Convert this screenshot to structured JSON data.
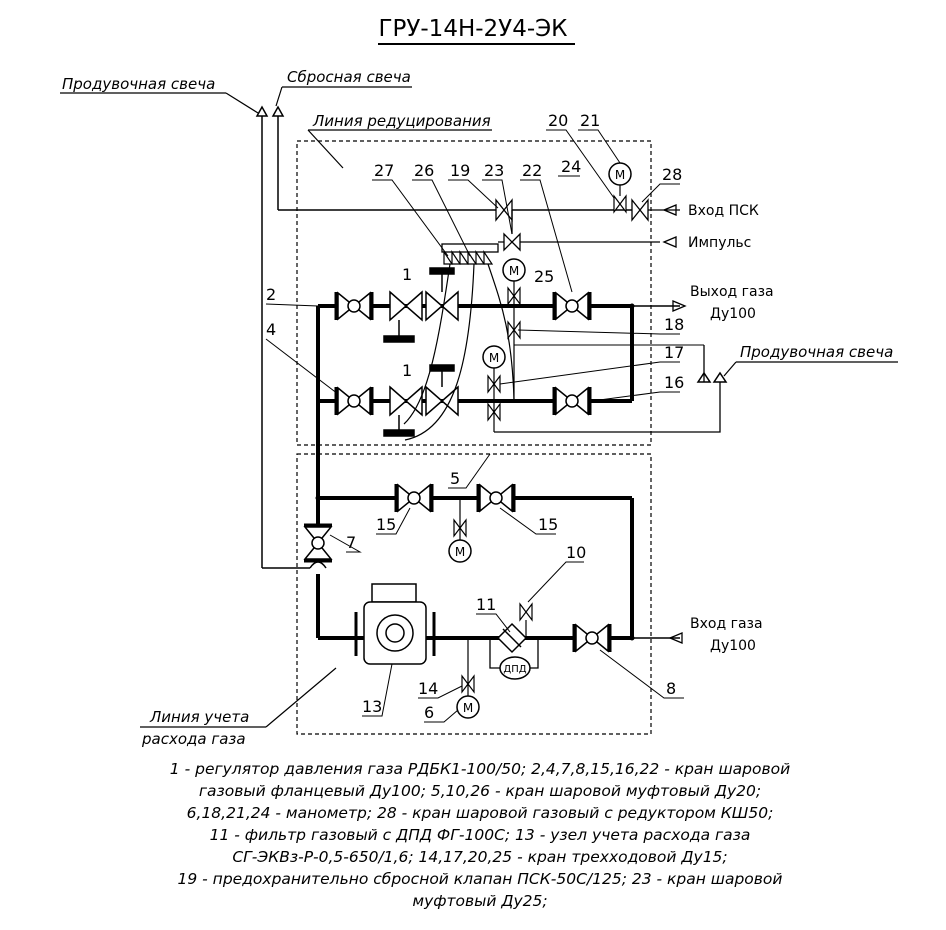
{
  "title": "ГРУ-14Н-2У4-ЭК",
  "labels": {
    "purge_candle_left": "Продувочная свеча",
    "relief_candle": "Сбросная свеча",
    "reduction_line": "Линия редуцирования",
    "psk_input": "Вход ПСК",
    "impulse": "Импульс",
    "gas_output": "Выход газа",
    "gas_output_dn": "Ду100",
    "purge_candle_right": "Продувочная свеча",
    "gas_input": "Вход газа",
    "gas_input_dn": "Ду100",
    "metering_line_1": "Линия учета",
    "metering_line_2": "расхода газа",
    "dpd": "ДПД",
    "gauge": "М"
  },
  "numbers": {
    "n1a": "1",
    "n1b": "1",
    "n2": "2",
    "n4": "4",
    "n5": "5",
    "n6": "6",
    "n7": "7",
    "n8": "8",
    "n10": "10",
    "n11": "11",
    "n13": "13",
    "n14": "14",
    "n15a": "15",
    "n15b": "15",
    "n16": "16",
    "n17": "17",
    "n18": "18",
    "n19": "19",
    "n20": "20",
    "n21": "21",
    "n22": "22",
    "n23": "23",
    "n24": "24",
    "n25": "25",
    "n26": "26",
    "n27": "27",
    "n28": "28"
  },
  "legend": [
    "1 - регулятор давления газа РДБК1-100/50; 2,4,7,8,15,16,22 - кран шаровой",
    "газовый фланцевый Ду100; 5,10,26 - кран шаровой муфтовый Ду20;",
    "6,18,21,24 - манометр; 28 - кран шаровой газовый с редуктором КШ50;",
    "11 - фильтр газовый с ДПД ФГ-100С; 13 - узел учета расхода газа",
    "СГ-ЭКВз-Р-0,5-650/1,6; 14,17,20,25 - кран трехходовой Ду15;",
    "19 - предохранительно сбросной клапан ПСК-50С/125; 23 - кран шаровой",
    "муфтовый Ду25;"
  ]
}
